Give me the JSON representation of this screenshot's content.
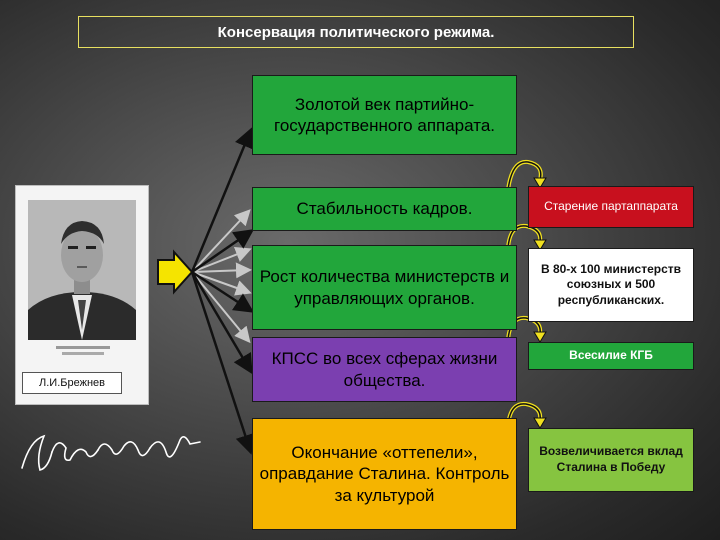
{
  "title": "Консервация политического режима.",
  "main_boxes": [
    {
      "text": "Золотой век партийно-государственного аппарата.",
      "color": "#22a63b"
    },
    {
      "text": "Стабильность кадров.",
      "color": "#22a63b"
    },
    {
      "text": "Рост количества министерств и управляющих органов.",
      "color": "#22a63b"
    },
    {
      "text": "КПСС во всех сферах жизни общества.",
      "color": "#7b3fb0"
    },
    {
      "text": "Окончание «оттепели», оправдание Сталина. Контроль за культурой",
      "color": "#f5b400"
    }
  ],
  "side_boxes": [
    {
      "text": "Старение партаппарата",
      "color": "#c8101e"
    },
    {
      "text": "В 80-х 100 министерств союзных и 500 республиканских.",
      "color": "#ffffff"
    },
    {
      "text": "Всесилие КГБ",
      "color": "#22a63b"
    },
    {
      "text": "Возвеличивается вклад Сталина в Победу",
      "color": "#86c440"
    }
  ],
  "portrait": {
    "caption": "Л.И.Брежнев"
  },
  "colors": {
    "title_border": "#e8e060",
    "arrow_light": "#c8c8c8",
    "arrow_dark": "#111111",
    "curl": "#f0e020"
  }
}
